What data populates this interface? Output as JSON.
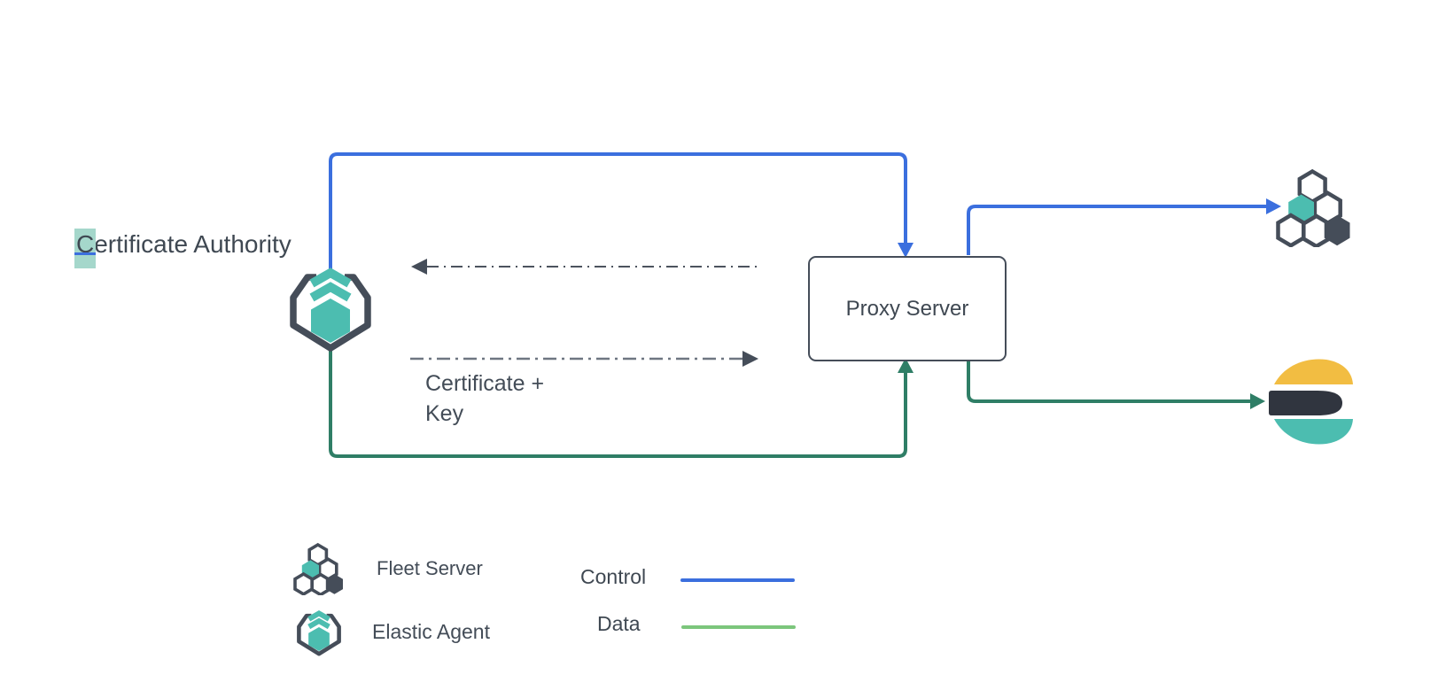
{
  "nodes": {
    "certificate_authority": {
      "highlight_char": "C",
      "label_rest": "ertificate Authority"
    },
    "proxy_server": {
      "label": "Proxy Server"
    },
    "fleet_server": {
      "icon": "fleet-server-icon"
    },
    "elasticsearch": {
      "icon": "elasticsearch-icon"
    },
    "elastic_agent": {
      "icon": "elastic-agent-icon"
    }
  },
  "annotations": {
    "certificate_key": {
      "line1": "Certificate +",
      "line2": "Key"
    }
  },
  "legend": {
    "items": [
      {
        "icon": "fleet-server-icon",
        "label": "Fleet Server"
      },
      {
        "icon": "elastic-agent-icon",
        "label": "Elastic Agent"
      }
    ],
    "lines": [
      {
        "label": "Control",
        "color": "#3b6fde"
      },
      {
        "label": "Data",
        "color": "#7cc67c"
      }
    ]
  },
  "colors": {
    "control_blue": "#3b6fde",
    "data_green_dark": "#2f7e66",
    "data_green_legend": "#7cc67c",
    "teal": "#4cbdb0",
    "slate": "#454d59",
    "elastic_yellow": "#f2bd42",
    "elastic_dark": "#30353f",
    "selection_highlight": "#a5d7cb"
  }
}
